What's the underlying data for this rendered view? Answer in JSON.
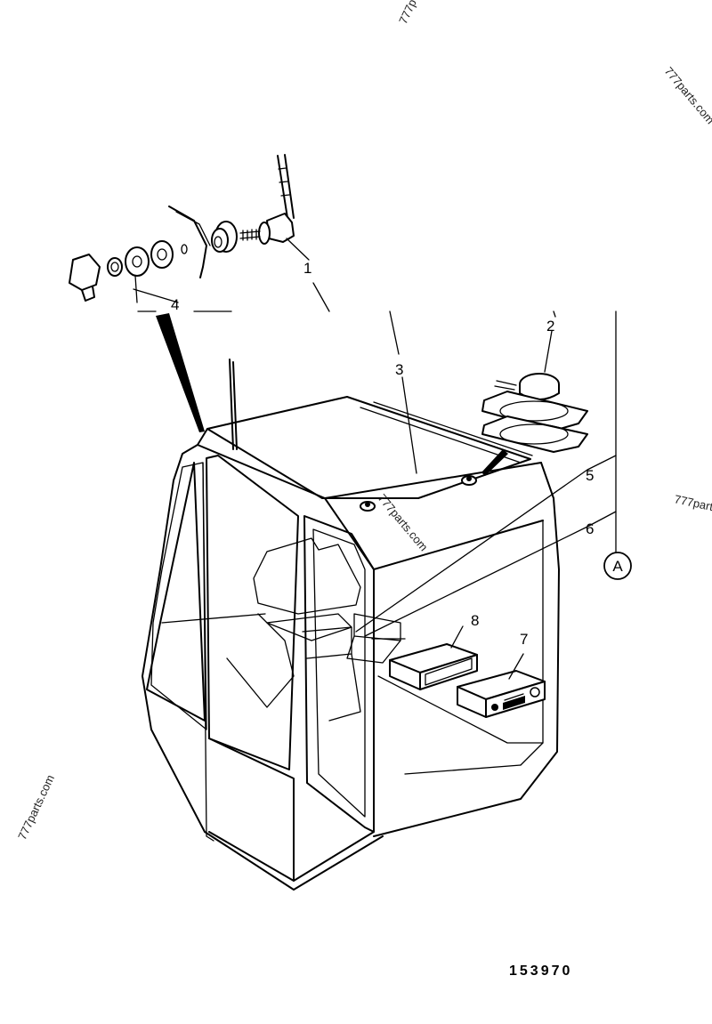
{
  "callouts": {
    "c1": "1",
    "c2": "2",
    "c3": "3",
    "c4": "4",
    "c5": "5",
    "c6": "6",
    "c7": "7",
    "c8": "8",
    "cA": "A"
  },
  "watermarks": {
    "top": "777p",
    "top_right": "777parts.com",
    "right": "777parts",
    "center": "777parts.com",
    "left": "777parts.com"
  },
  "drawing_number": "153970"
}
